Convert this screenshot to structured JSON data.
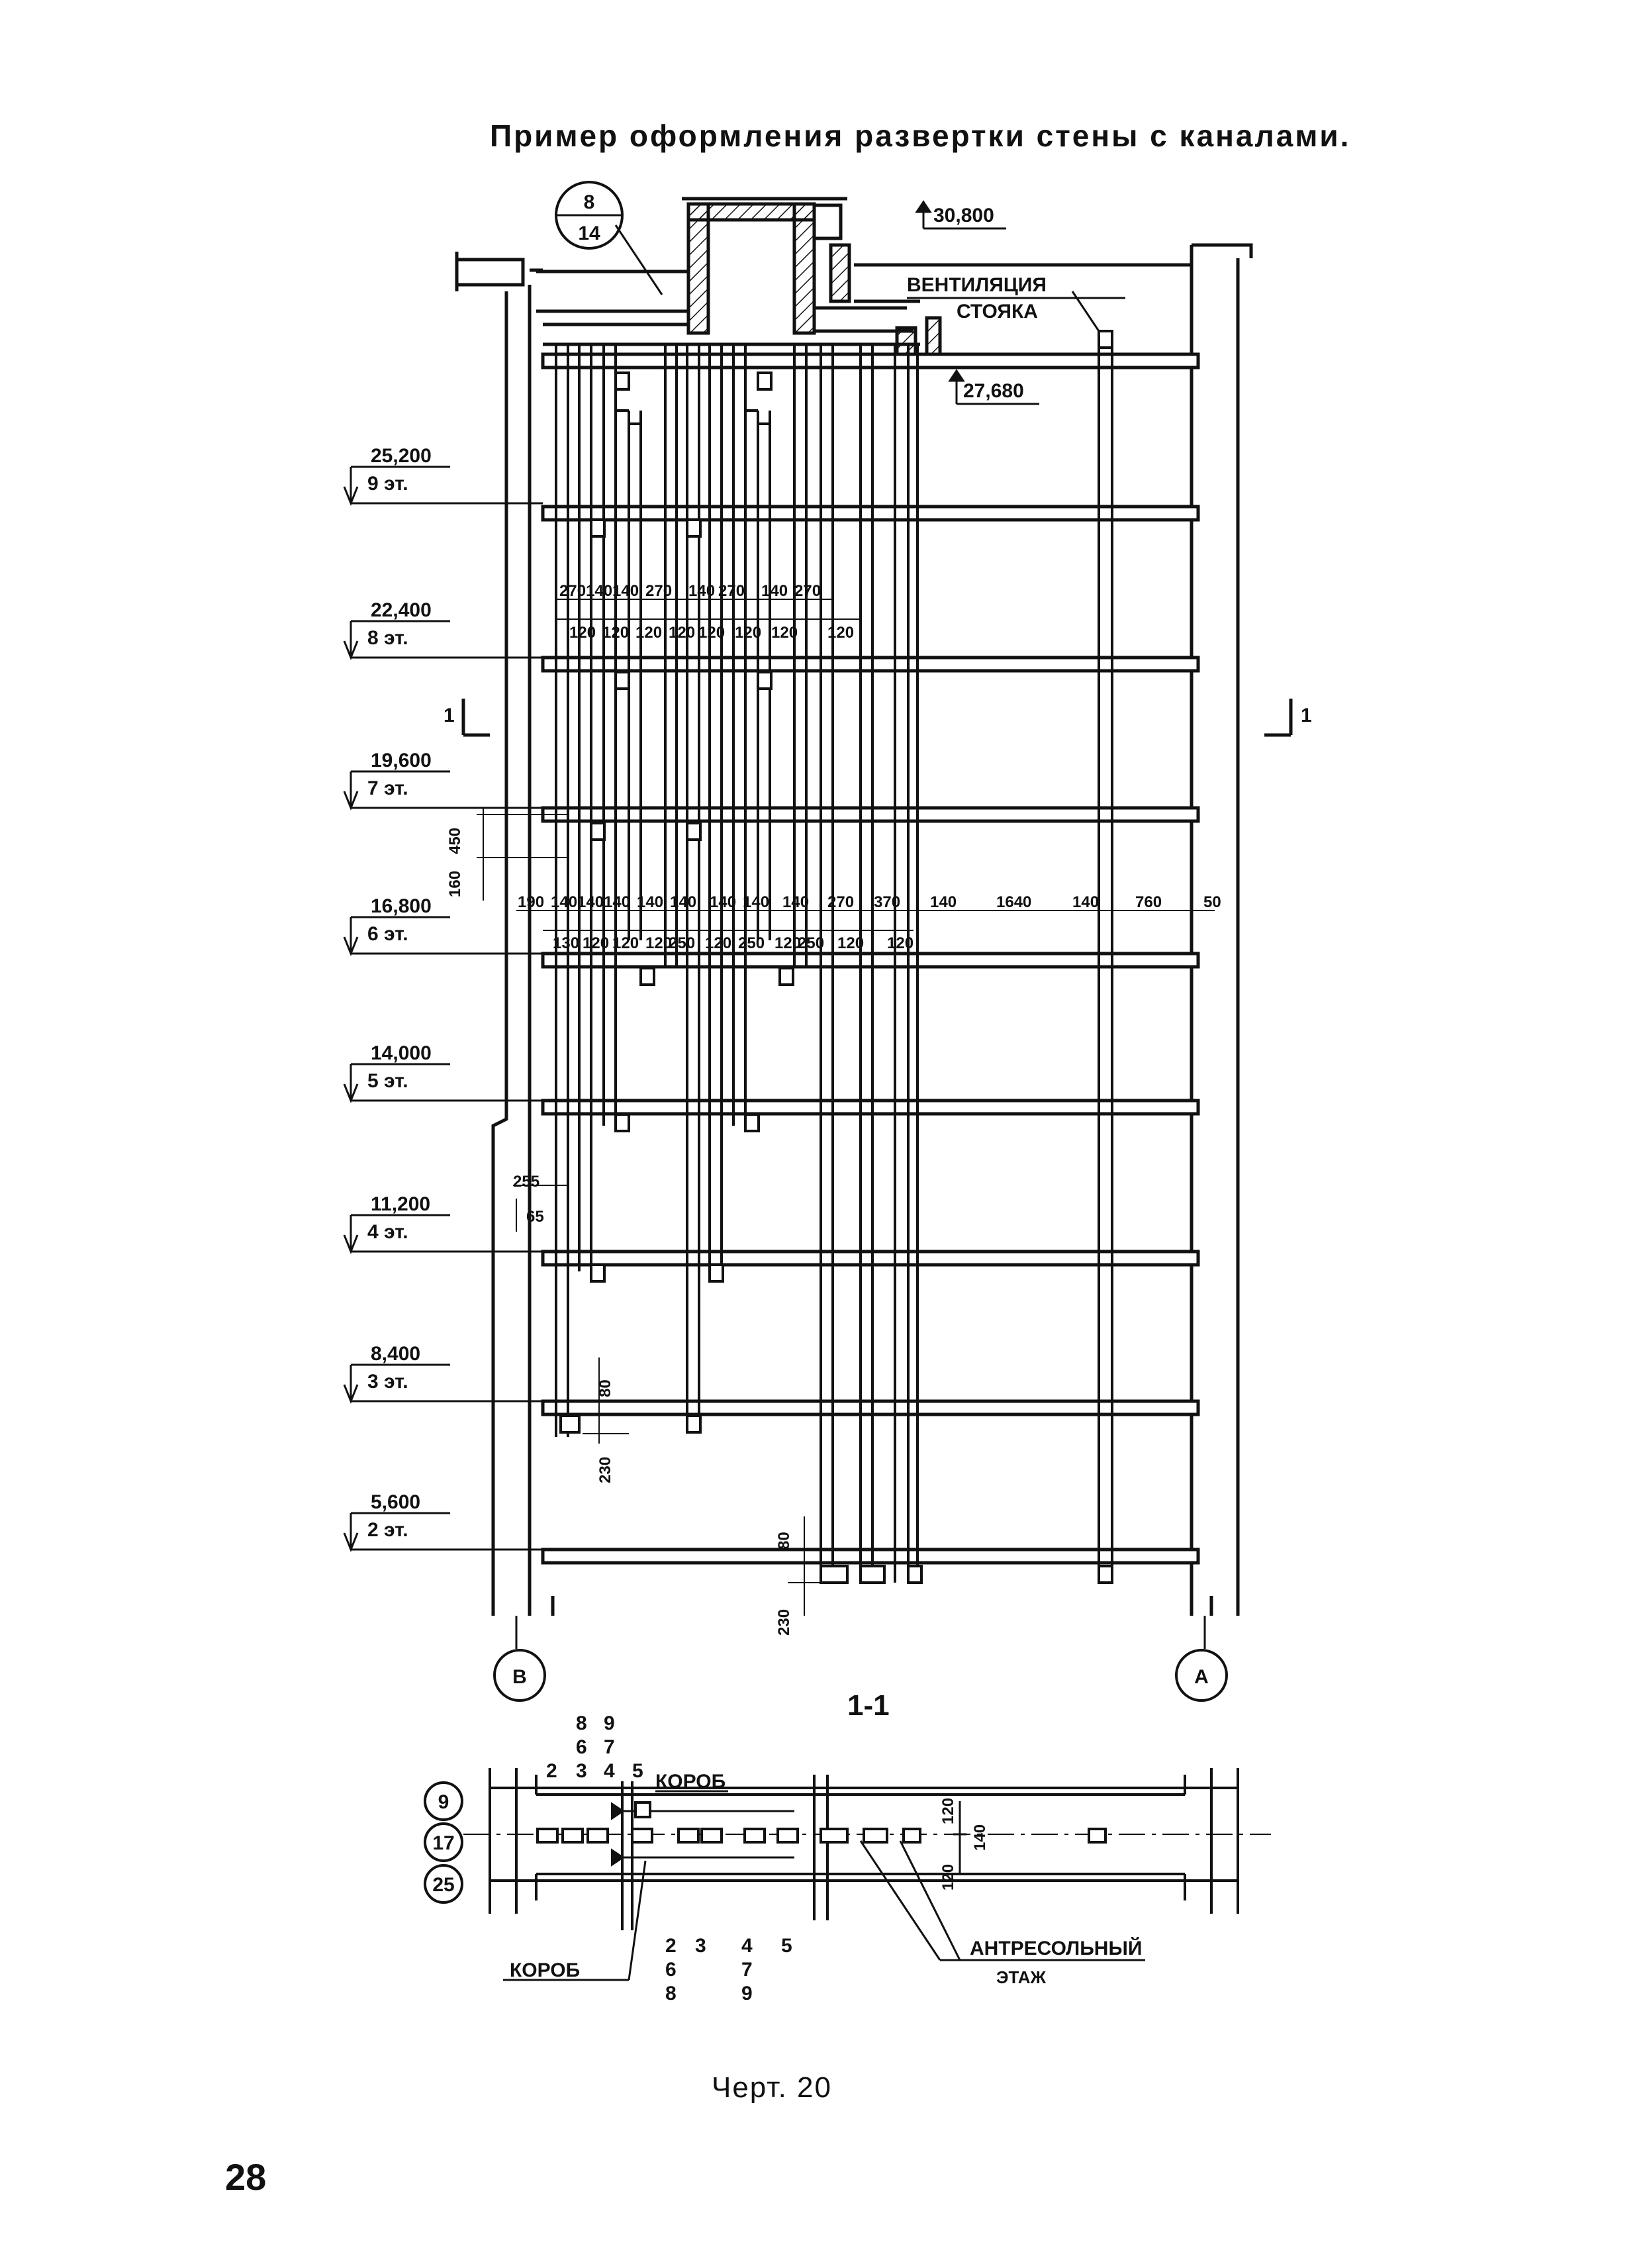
{
  "title": "Пример оформления развертки стены с каналами.",
  "caption": "Черт. 20",
  "page_number": "28",
  "top_marks": {
    "mark_top": "30,800",
    "mark_roof": "27,680",
    "ventilation_line1": "ВЕНТИЛЯЦИЯ",
    "ventilation_line2": "СТОЯКА"
  },
  "node_callout": {
    "top": "8",
    "bottom": "14"
  },
  "levels": [
    {
      "mark": "25,200",
      "floor": "9 эт."
    },
    {
      "mark": "22,400",
      "floor": "8 эт."
    },
    {
      "mark": "19,600",
      "floor": "7 эт."
    },
    {
      "mark": "16,800",
      "floor": "6 эт."
    },
    {
      "mark": "14,000",
      "floor": "5 эт."
    },
    {
      "mark": "11,200",
      "floor": "4 эт."
    },
    {
      "mark": "8,400",
      "floor": "3 эт."
    },
    {
      "mark": "5,600",
      "floor": "2 эт."
    }
  ],
  "dims_upper_top": [
    "270",
    "140",
    "140",
    "270",
    "140",
    "270",
    "140",
    "270"
  ],
  "dims_upper_bottom": [
    "120",
    "120",
    "120",
    "120",
    "120",
    "120",
    "120",
    "120"
  ],
  "dims_mid_top": [
    "190",
    "140",
    "140",
    "140",
    "140",
    "140",
    "140",
    "140",
    "140",
    "270",
    "370",
    "140",
    "1640",
    "140",
    "760",
    "50"
  ],
  "dims_mid_bottom": [
    "130",
    "120",
    "120",
    "120",
    "250",
    "120",
    "250",
    "120",
    "250",
    "120",
    "120"
  ],
  "side_dims": {
    "d450": "450",
    "d160": "160",
    "d255": "255",
    "d65": "65",
    "d80a": "80",
    "d230a": "230",
    "d80b": "80",
    "d230b": "230"
  },
  "section_marks": {
    "left": "1",
    "right": "1"
  },
  "axes": {
    "left": "В",
    "right": "А"
  },
  "section_title": "1-1",
  "plan": {
    "circles": [
      "9",
      "17",
      "25"
    ],
    "top_nums_row1": [
      "8",
      "9"
    ],
    "top_nums_row2": [
      "6",
      "7"
    ],
    "top_nums_row3": [
      "2",
      "3",
      "4",
      "5"
    ],
    "bottom_nums_row1": [
      "2",
      "3",
      "4",
      "5"
    ],
    "bottom_nums_row2": [
      "6",
      "7"
    ],
    "bottom_nums_row3": [
      "8",
      "9"
    ],
    "korob_top": "КОРОБ",
    "korob_bottom": "КОРОБ",
    "mezzanine_line1": "АНТРЕСОЛЬНЫЙ",
    "mezzanine_line2": "ЭТАЖ",
    "dim_120a": "120",
    "dim_140": "140",
    "dim_120b": "120"
  }
}
